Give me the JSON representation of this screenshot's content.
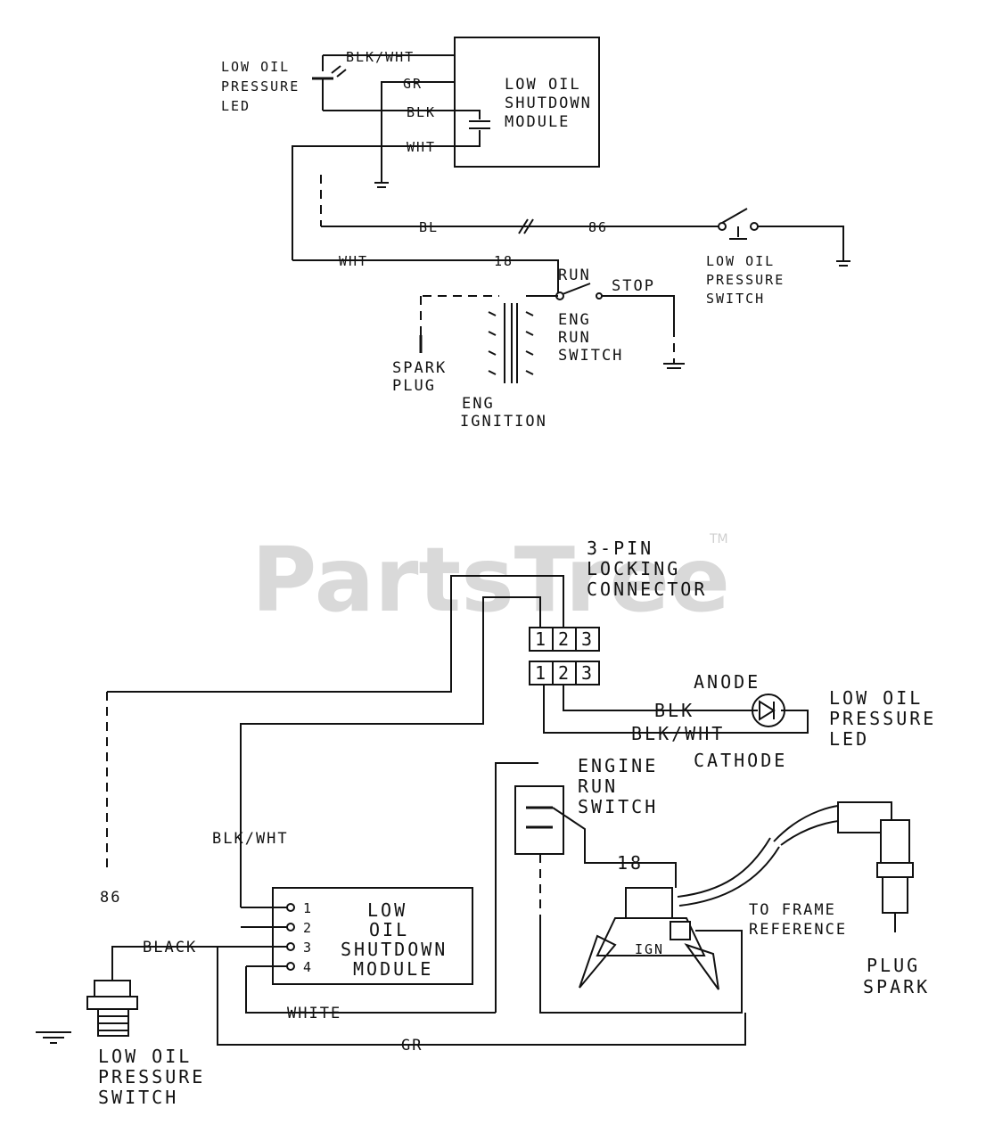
{
  "watermark": {
    "text": "PartsTree",
    "tm": "TM"
  },
  "top": {
    "led_label": [
      "LOW OIL",
      "PRESSURE",
      "LED"
    ],
    "module_label": [
      "LOW OIL",
      "SHUTDOWN",
      "MODULE"
    ],
    "wire_blk_wht": "BLK/WHT",
    "wire_gr": "GR",
    "wire_blk": "BLK",
    "wire_wht": "WHT",
    "wire_bl": "BL",
    "num_86": "86",
    "wire_wht_lower": "WHT",
    "num_18": "18",
    "run": "RUN",
    "stop": "STOP",
    "switch_label": [
      "LOW OIL",
      "PRESSURE",
      "SWITCH"
    ],
    "eng_run_switch": [
      "ENG",
      "RUN",
      "SWITCH"
    ],
    "spark_plug": [
      "SPARK",
      "PLUG"
    ],
    "eng_ignition": [
      "ENG",
      "IGNITION"
    ]
  },
  "bottom": {
    "connector_label": [
      "3-PIN",
      "LOCKING",
      "CONNECTOR"
    ],
    "pins_top": [
      "1",
      "2",
      "3"
    ],
    "pins_bottom": [
      "1",
      "2",
      "3"
    ],
    "anode": "ANODE",
    "blk": "BLK",
    "blk_wht": "BLK/WHT",
    "led_label": [
      "LOW OIL",
      "PRESSURE",
      "LED"
    ],
    "cathode": "CATHODE",
    "engine_run_switch": [
      "ENGINE",
      "RUN",
      "SWITCH"
    ],
    "num_18": "18",
    "blk_wht_left": "BLK/WHT",
    "num_86": "86",
    "black": "BLACK",
    "module_label": [
      "LOW",
      "OIL",
      "SHUTDOWN",
      "MODULE"
    ],
    "terminals": [
      "1",
      "2",
      "3",
      "4"
    ],
    "white": "WHITE",
    "gr": "GR",
    "switch_label": [
      "LOW OIL",
      "PRESSURE",
      "SWITCH"
    ],
    "to_frame": [
      "TO FRAME",
      "REFERENCE"
    ],
    "ign": "IGN",
    "plug_spark": [
      "PLUG",
      "SPARK"
    ]
  }
}
